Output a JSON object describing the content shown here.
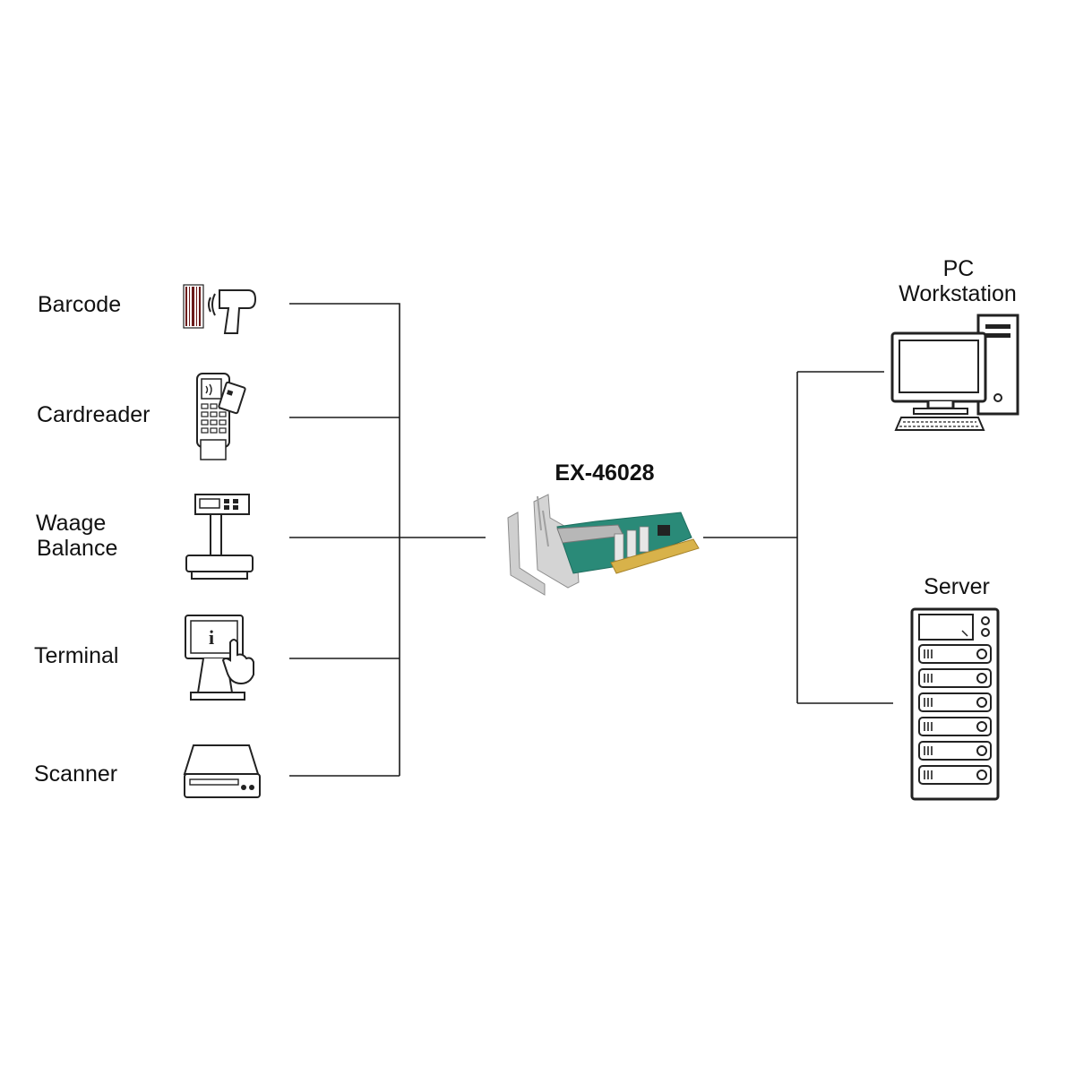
{
  "card": {
    "model": "EX-46028",
    "icon": "pcie-serial-card-icon"
  },
  "devices": [
    {
      "label": "Barcode",
      "icon": "barcode-scanner-icon"
    },
    {
      "label": "Cardreader",
      "icon": "card-reader-icon"
    },
    {
      "label_line1": "Waage",
      "label_line2": "Balance",
      "icon": "scale-icon"
    },
    {
      "label": "Terminal",
      "icon": "info-terminal-icon"
    },
    {
      "label": "Scanner",
      "icon": "flatbed-scanner-icon"
    }
  ],
  "hosts": [
    {
      "label_line1": "PC",
      "label_line2": "Workstation",
      "icon": "pc-workstation-icon"
    },
    {
      "label": "Server",
      "icon": "server-rack-icon"
    }
  ],
  "colors": {
    "line": "#1a1a1a",
    "pcb": "#2a8a78",
    "bracket": "#c8c8c8"
  }
}
